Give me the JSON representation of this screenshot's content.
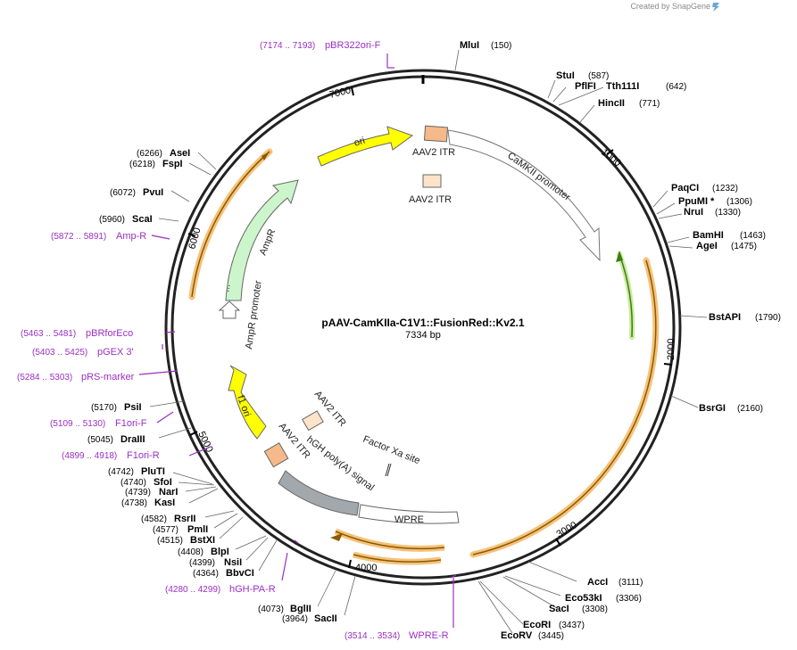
{
  "credit": "Created by SnapGene",
  "plasmid": {
    "name": "pAAV-CamKIIa-C1V1::FusionRed::Kv2.1",
    "length_label": "7334 bp",
    "length": 7334
  },
  "ticks": [
    "1000",
    "2000",
    "3000",
    "4000",
    "5000",
    "6000",
    "7000"
  ],
  "sites": [
    {
      "name": "MluI",
      "pos": "(150)"
    },
    {
      "name": "StuI",
      "pos": "(587)"
    },
    {
      "name": "PflFI",
      "pos": ""
    },
    {
      "name": "Tth111I",
      "pos": "(642)"
    },
    {
      "name": "HincII",
      "pos": "(771)"
    },
    {
      "name": "PaqCI",
      "pos": "(1232)"
    },
    {
      "name": "PpuMI *",
      "pos": "(1306)"
    },
    {
      "name": "NruI",
      "pos": "(1330)"
    },
    {
      "name": "BamHI",
      "pos": "(1463)"
    },
    {
      "name": "AgeI",
      "pos": "(1475)"
    },
    {
      "name": "BstAPI",
      "pos": "(1790)"
    },
    {
      "name": "BsrGI",
      "pos": "(2160)"
    },
    {
      "name": "AccI",
      "pos": "(3111)"
    },
    {
      "name": "Eco53kI",
      "pos": "(3306)"
    },
    {
      "name": "SacI",
      "pos": "(3308)"
    },
    {
      "name": "EcoRI",
      "pos": "(3437)"
    },
    {
      "name": "EcoRV",
      "pos": "(3445)"
    },
    {
      "name": "BglII",
      "pos": "(4073)"
    },
    {
      "name": "SacII",
      "pos": "(3964)"
    },
    {
      "name": "BbvCI",
      "pos": "(4364)"
    },
    {
      "name": "NsiI",
      "pos": "(4399)"
    },
    {
      "name": "BlpI",
      "pos": "(4408)"
    },
    {
      "name": "BstXI",
      "pos": "(4515)"
    },
    {
      "name": "PmlI",
      "pos": "(4577)"
    },
    {
      "name": "RsrII",
      "pos": "(4582)"
    },
    {
      "name": "KasI",
      "pos": "(4738)"
    },
    {
      "name": "NarI",
      "pos": "(4739)"
    },
    {
      "name": "SfoI",
      "pos": "(4740)"
    },
    {
      "name": "PluTI",
      "pos": "(4742)"
    },
    {
      "name": "DraIII",
      "pos": "(5045)"
    },
    {
      "name": "PsiI",
      "pos": "(5170)"
    },
    {
      "name": "ScaI",
      "pos": "(5960)"
    },
    {
      "name": "PvuI",
      "pos": "(6072)"
    },
    {
      "name": "FspI",
      "pos": "(6218)"
    },
    {
      "name": "AseI",
      "pos": "(6266)"
    }
  ],
  "primers": [
    {
      "name": "pBR322ori-F",
      "pos": "(7174 .. 7193)"
    },
    {
      "name": "WPRE-R",
      "pos": "(3514 .. 3534)"
    },
    {
      "name": "hGH-PA-R",
      "pos": "(4280 .. 4299)"
    },
    {
      "name": "F1ori-R",
      "pos": "(4899 .. 4918)"
    },
    {
      "name": "F1ori-F",
      "pos": "(5109 .. 5130)"
    },
    {
      "name": "pRS-marker",
      "pos": "(5284 .. 5303)"
    },
    {
      "name": "pGEX 3'",
      "pos": "(5403 .. 5425)"
    },
    {
      "name": "pBRforEco",
      "pos": "(5463 .. 5481)"
    },
    {
      "name": "Amp-R",
      "pos": "(5872 .. 5891)"
    }
  ],
  "features": [
    {
      "label": "ori"
    },
    {
      "label": "AAV2 ITR"
    },
    {
      "label": "AAV2 ITR"
    },
    {
      "label": "CaMKII promoter"
    },
    {
      "label": "AmpR"
    },
    {
      "label": "..."
    },
    {
      "label": "AmpR promoter"
    },
    {
      "label": "f1 ori"
    },
    {
      "label": "AAV2 ITR"
    },
    {
      "label": "AAV2 ITR"
    },
    {
      "label": "hGH poly(A) signal"
    },
    {
      "label": "Factor Xa site"
    },
    {
      "label": "WPRE"
    }
  ],
  "colors": {
    "backbone": "#222222",
    "ori": "#ffff00",
    "itr": "#f5b98a",
    "itr_light": "#fde3c8",
    "promoter_fill": "#ffffff",
    "ampr": "#ccf5cc",
    "polya": "#a3a8ad",
    "orf_highlight": "#f6c27a",
    "orf_green": "#6cbf3a",
    "primer": "#9b2fc4"
  }
}
